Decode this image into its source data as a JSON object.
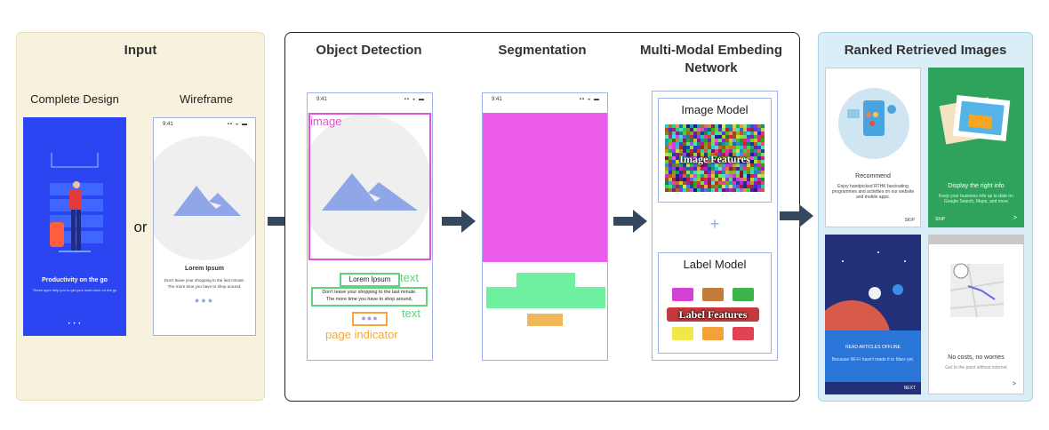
{
  "input": {
    "title": "Input",
    "complete_label": "Complete Design",
    "wireframe_label": "Wireframe",
    "or_label": "or",
    "complete_phone": {
      "headline": "Productivity on the go",
      "body": "These apps help you to get your work done on the go"
    },
    "wireframe_phone": {
      "time": "9:41",
      "headline": "Lorem Ipsum",
      "body_line1": "Don't leave your shopping to the last minute.",
      "body_line2": "The more time you have to shop around,"
    }
  },
  "detection": {
    "title": "Object Detection",
    "time": "9:41",
    "image_label": "image",
    "lorem": "Lorem Ipsum",
    "text_label_1": "text",
    "body_line1": "Don't leave your shopping to the last minute.",
    "body_line2": "The more time you have to shop around,",
    "text_label_2": "text",
    "indicator_label": "page indicator"
  },
  "segmentation": {
    "title": "Segmentation",
    "time": "9:41"
  },
  "network": {
    "title_line1": "Multi-Modal Embeding",
    "title_line2": "Network",
    "image_model": "Image Model",
    "image_features": "Image Features",
    "plus": "+",
    "label_model": "Label Model",
    "label_features": "Label Features"
  },
  "ranked": {
    "title": "Ranked Retrieved Images",
    "results": [
      {
        "title": "Recommend",
        "body": "Enjoy handpicked RTHK fascinating programmes and activities on our website and mobile apps.",
        "skip": "SKIP"
      },
      {
        "title": "Display the right info",
        "body": "Keep your business info up to date on Google Search, Maps, and more",
        "skip": "SKIP",
        "next": ">"
      },
      {
        "title": "READ ARTICLES OFFLINE",
        "body": "Because Wi-Fi hasn't made it to Mars yet.",
        "next": "NEXT"
      },
      {
        "title": "No costs, no worries",
        "body": "Get to the point without internet",
        "next": ">"
      }
    ]
  },
  "colors": {
    "input_bg": "#f6f2dd",
    "ranked_bg": "#d9eef7",
    "detect_image": "#e055d6",
    "detect_text": "#64d17f",
    "detect_indicator": "#f2a93b",
    "wire_blue": "#8fa6e8",
    "seg_magenta": "#ec5cec",
    "seg_green": "#6ff0a0",
    "seg_orange": "#f0b85a",
    "arrow": "#34495e"
  }
}
